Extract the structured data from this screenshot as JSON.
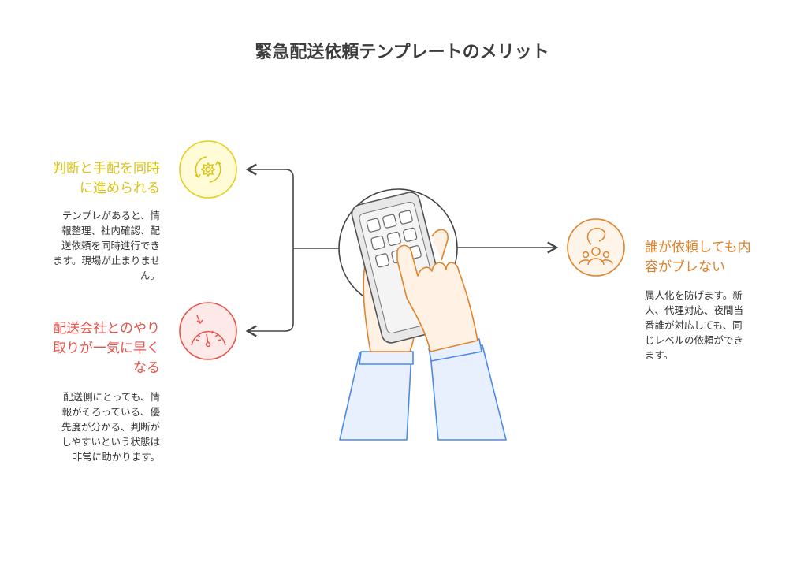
{
  "title": "緊急配送依頼テンプレートのメリット",
  "items": [
    {
      "heading": "判断と手配を同時に進められる",
      "heading_lines": [
        "判断と手配を同時",
        "に進められる"
      ],
      "body_lines": [
        "テンプレがあると、情",
        "報整理、社内確認、配",
        "送依頼を同時進行でき",
        "ます。現場が止まりませ",
        "ん。"
      ],
      "color": "#d9c315",
      "icon": "gear-cycle-icon"
    },
    {
      "heading_lines": [
        "配送会社とのやり",
        "取りが一気に早く",
        "なる"
      ],
      "body_lines": [
        "配送側にとっても、情",
        "報がそろっている、優",
        "先度が分かる、判断が",
        "しやすいという状態は",
        "非常に助かります。"
      ],
      "color": "#e5534b",
      "icon": "speedometer-icon"
    },
    {
      "heading_lines": [
        "誰が依頼しても内",
        "容がブレない"
      ],
      "body_lines": [
        "属人化を防げます。新",
        "人、代理対応、夜間当",
        "番誰が対応しても、同",
        "じレベルの依頼ができ",
        "ます。"
      ],
      "color": "#e0832b",
      "icon": "team-people-icon"
    }
  ]
}
